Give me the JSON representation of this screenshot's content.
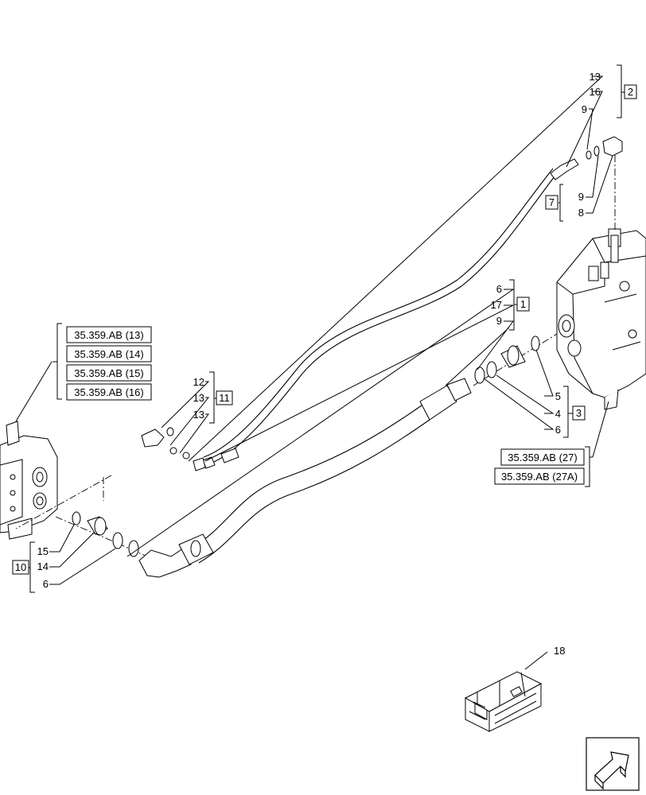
{
  "callouts": {
    "top_13": "13",
    "top_16": "16",
    "top_9a": "9",
    "top_9b": "9",
    "top_8": "8",
    "mid_6": "6",
    "mid_17": "17",
    "mid_9": "9",
    "right_5": "5",
    "right_4": "4",
    "right_6": "6",
    "left_12": "12",
    "left_13a": "13",
    "left_13b": "13",
    "bottom_15": "15",
    "bottom_14": "14",
    "bottom_6": "6",
    "kit_18": "18"
  },
  "group_boxes": {
    "g1": "1",
    "g2": "2",
    "g3": "3",
    "g7": "7",
    "g10": "10",
    "g11": "11"
  },
  "references": {
    "left": [
      "35.359.AB (13)",
      "35.359.AB (14)",
      "35.359.AB (15)",
      "35.359.AB (16)"
    ],
    "right": [
      "35.359.AB (27)",
      "35.359.AB (27A)"
    ]
  },
  "icons": {
    "navigation": "next-page-arrow-icon",
    "kit": "crate-kit-icon"
  }
}
